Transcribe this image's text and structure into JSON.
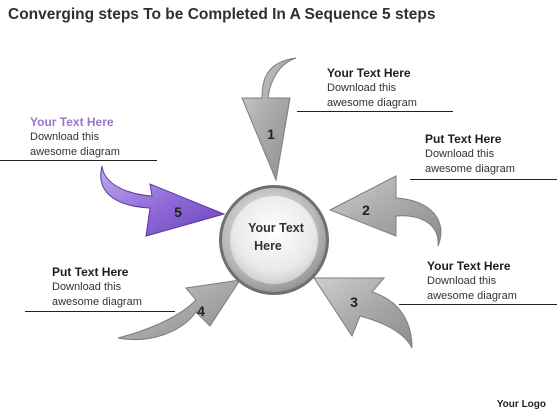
{
  "title": "Converging steps To be Completed In A Sequence 5 steps",
  "center": {
    "line1": "Your Text",
    "line2": "Here"
  },
  "steps": [
    {
      "number": "1",
      "heading": "Your Text Here",
      "line1": "Download this",
      "line2": "awesome diagram"
    },
    {
      "number": "2",
      "heading": "Put Text Here",
      "line1": "Download this",
      "line2": "awesome diagram"
    },
    {
      "number": "3",
      "heading": "Your Text Here",
      "line1": "Download this",
      "line2": "awesome diagram"
    },
    {
      "number": "4",
      "heading": "Put Text Here",
      "line1": "Download this",
      "line2": "awesome diagram"
    },
    {
      "number": "5",
      "heading": "Your Text Here",
      "line1": "Download this",
      "line2": "awesome diagram"
    }
  ],
  "logo": "Your Logo",
  "colors": {
    "gray_arrow": "#a8a8a8",
    "purple_arrow": "#8e67d6",
    "purple_text": "#9e73d0"
  }
}
